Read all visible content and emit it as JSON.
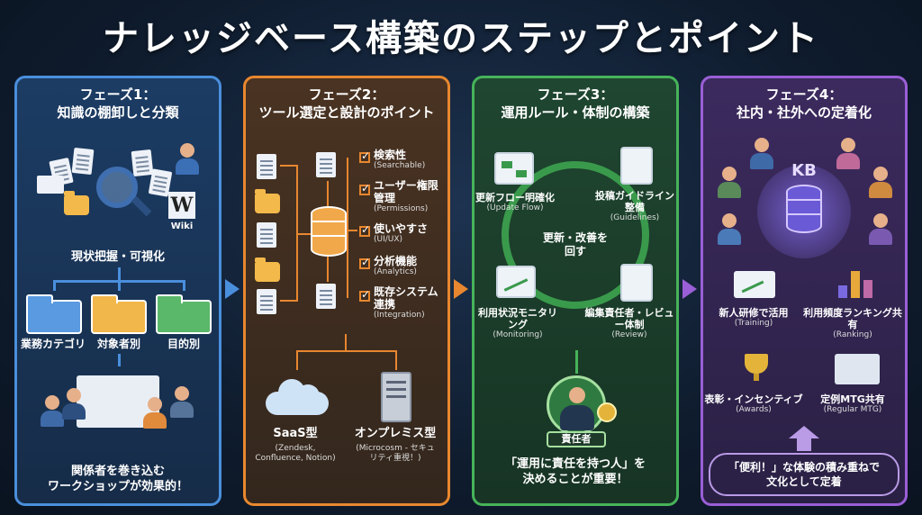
{
  "title": "ナレッジベース構築のステップとポイント",
  "colors": {
    "phase1": "#4a8fdc",
    "phase2": "#e8872f",
    "phase3": "#47b35a",
    "phase4": "#9a5fd6"
  },
  "phase1": {
    "heading_line1": "フェーズ1：",
    "heading_line2": "知識の棚卸しと分類",
    "wiki_label": "Wiki",
    "caption": "現状把握・可視化",
    "categories": [
      "業務カテゴリ",
      "対象者別",
      "目的別"
    ],
    "workshop_line1": "関係者を巻き込む",
    "workshop_line2": "ワークショップが効果的！"
  },
  "phase2": {
    "heading_line1": "フェーズ2：",
    "heading_line2": "ツール選定と設計のポイント",
    "points": [
      {
        "label": "検索性",
        "en": "(Searchable)"
      },
      {
        "label": "ユーザー権限管理",
        "en": "(Permissions)"
      },
      {
        "label": "使いやすさ",
        "en": "(UI/UX)"
      },
      {
        "label": "分析機能",
        "en": "(Analytics)"
      },
      {
        "label": "既存システム連携",
        "en": "(Integration)"
      }
    ],
    "saas_label": "SaaS型",
    "saas_sub": "(Zendesk, Confluence, Notion)",
    "onprem_label": "オンプレミス型",
    "onprem_sub": "(Microcosm - セキュリティ重視！)"
  },
  "phase3": {
    "heading_line1": "フェーズ3：",
    "heading_line2": "運用ルール・体制の構築",
    "cycle": [
      {
        "label": "更新フロー明確化",
        "en": "(Update Flow)"
      },
      {
        "label": "投稿ガイドライン整備",
        "en": "(Guidelines)"
      },
      {
        "label": "編集責任者・レビュー体制",
        "en": "(Review)"
      },
      {
        "label": "利用状況モニタリング",
        "en": "(Monitoring)"
      }
    ],
    "center": "更新・改善を回す",
    "owner_badge": "責任者",
    "note_line1": "「運用に責任を持つ人」を",
    "note_line2": "決めることが重要！"
  },
  "phase4": {
    "heading_line1": "フェーズ4：",
    "heading_line2": "社内・社外への定着化",
    "kb_label": "KB",
    "items": [
      {
        "label": "新人研修で活用",
        "en": "(Training)"
      },
      {
        "label": "利用頻度ランキング共有",
        "en": "(Ranking)"
      },
      {
        "label": "表彰・インセンティブ",
        "en": "(Awards)"
      },
      {
        "label": "定例MTG共有",
        "en": "(Regular MTG)"
      }
    ],
    "note_line1": "「便利！」な体験の積み重ねで",
    "note_line2": "文化として定着"
  }
}
